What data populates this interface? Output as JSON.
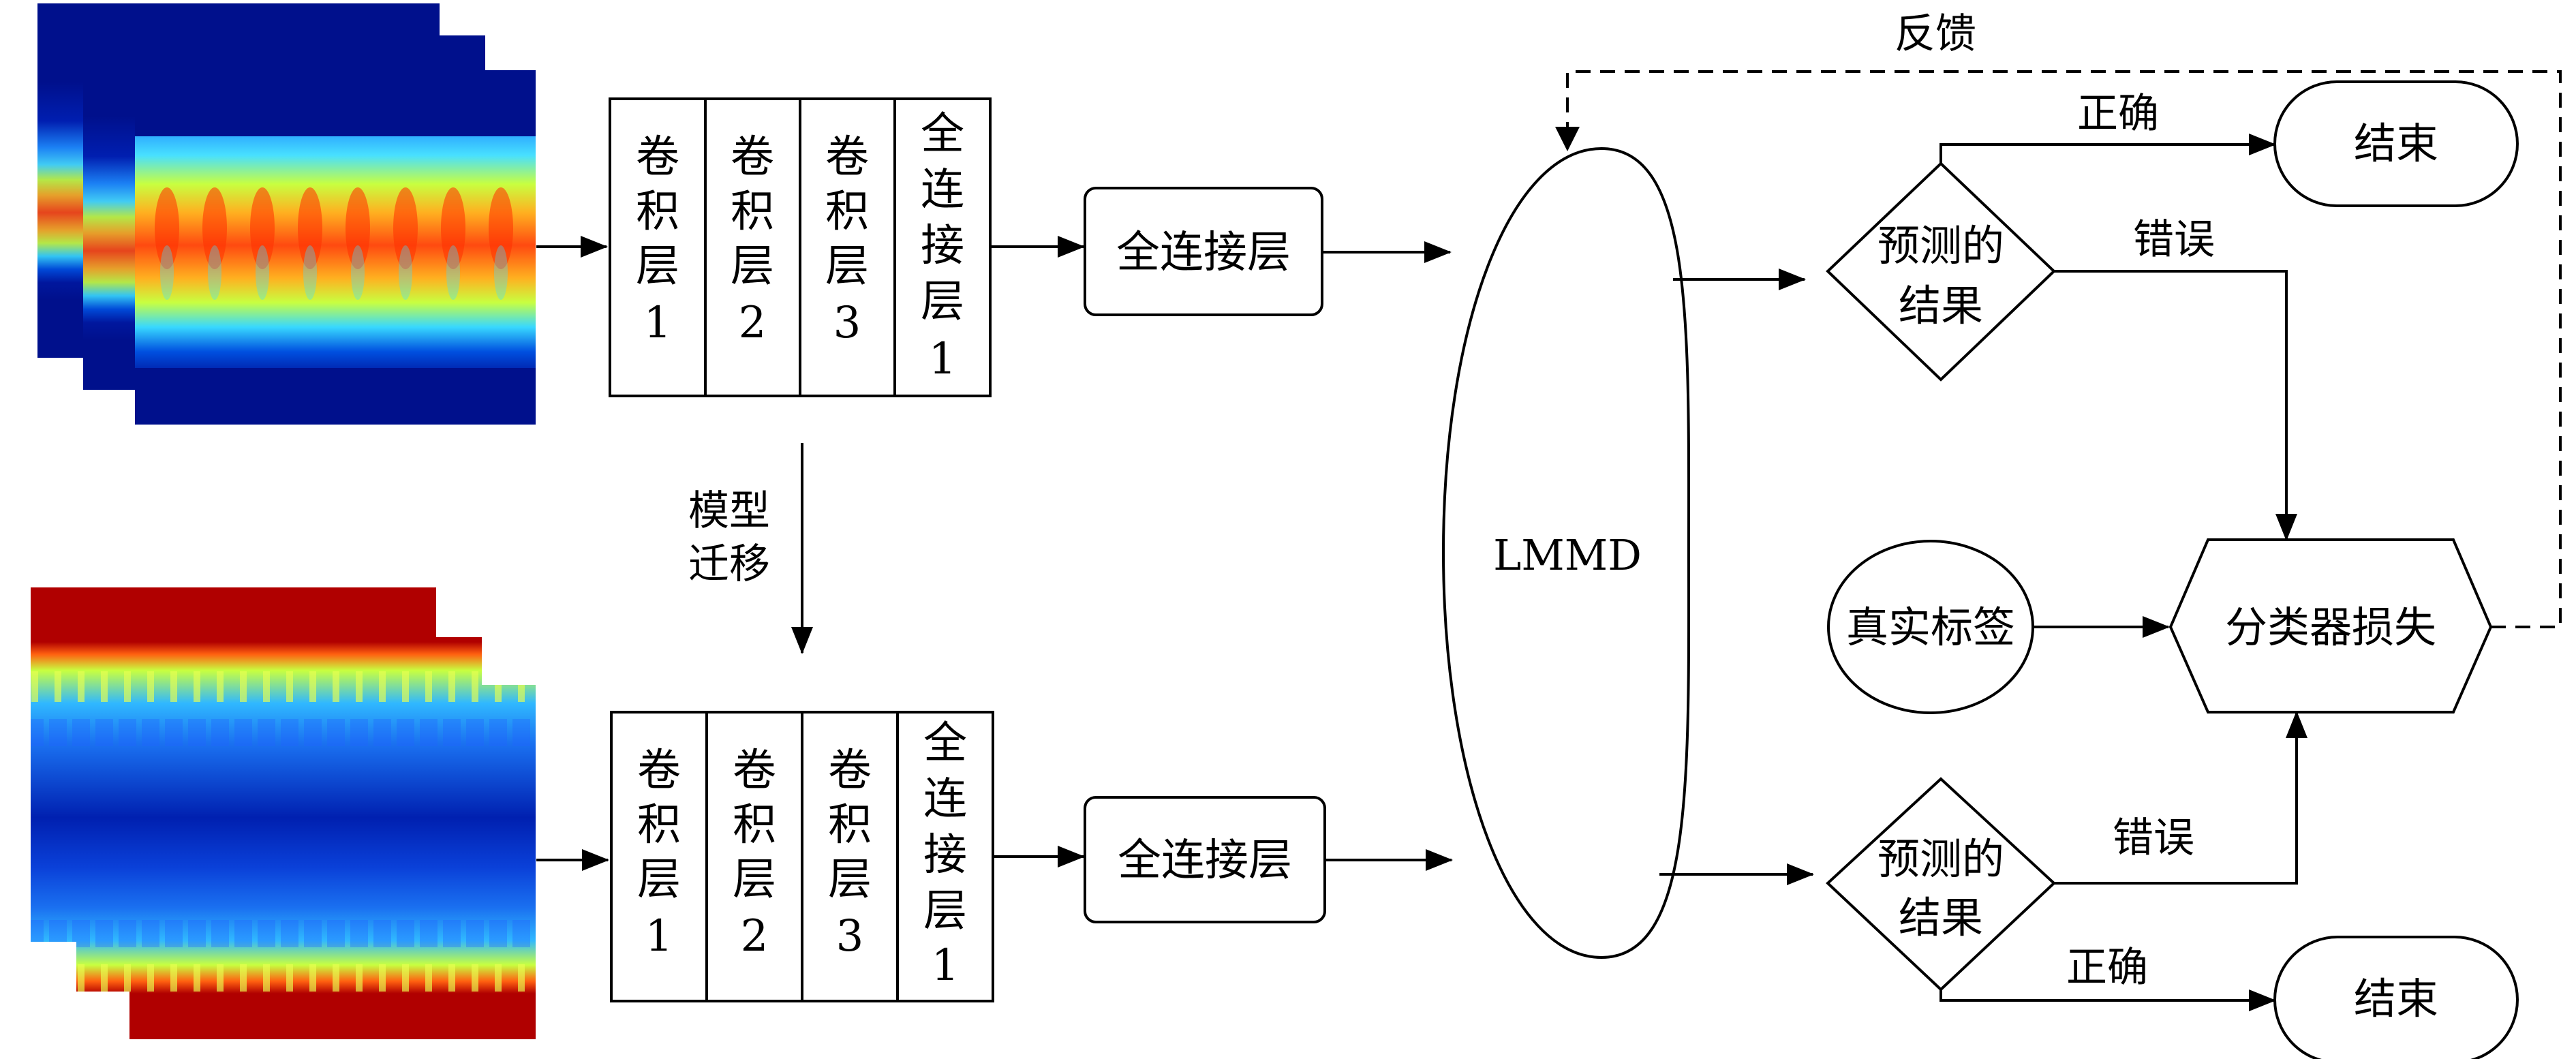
{
  "feature_layers": {
    "conv1": "卷积层1",
    "conv2": "卷积层2",
    "conv3": "卷积层3",
    "fc1": "全连接层1"
  },
  "fc_box": "全连接层",
  "transfer_label": [
    "模型",
    "迁移"
  ],
  "lmmd_label": "LMMD",
  "feedback_label": "反馈",
  "prediction_label": [
    "预测的",
    "结果"
  ],
  "correct_label": "正确",
  "wrong_label": "错误",
  "end_label": "结束",
  "true_label": "真实标签",
  "classifier_loss_label": "分类器损失"
}
